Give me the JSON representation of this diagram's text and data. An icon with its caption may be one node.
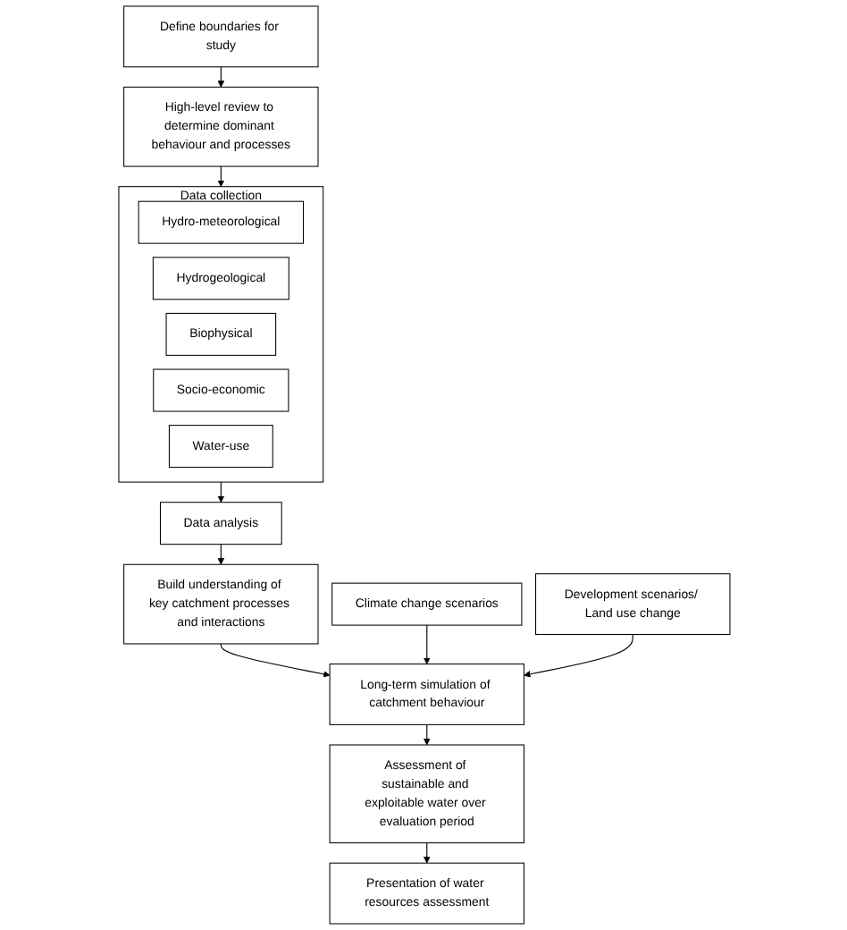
{
  "diagram": {
    "nodes": [
      {
        "text": [
          "Define boundaries for study"
        ]
      },
      {
        "text": [
          "High-level review to determine dominant behaviour and processes"
        ]
      },
      {
        "text": [
          "Data collection"
        ]
      },
      {
        "text": [
          "Hydro-meteorological"
        ],
        "in": 2
      },
      {
        "text": [
          "Hydrogeological"
        ],
        "in": 2
      },
      {
        "text": [
          "Biophysical"
        ],
        "in": 2
      },
      {
        "text": [
          "Socio-economic"
        ],
        "in": 2
      },
      {
        "text": [
          "Water-use"
        ],
        "in": 2
      },
      {
        "text": [
          "Data analysis"
        ]
      },
      {
        "text": [
          "Build understanding of key catchment processes and interactions"
        ]
      },
      {
        "text": [
          "Climate change scenarios"
        ]
      },
      {
        "text": [
          "Development scenarios/ Land use change"
        ]
      },
      {
        "text": [
          "Long-term simulation of catchment behaviour"
        ]
      },
      {
        "text": [
          "Assessment of sustainable and exploitable water over evaluation period"
        ]
      },
      {
        "text": [
          "Presentation of water resources assessment"
        ]
      }
    ],
    "edges": [
      {
        "from": 0,
        "to": 1,
        "arrow": "to"
      },
      {
        "from": 1,
        "to": 2,
        "arrow": "to"
      },
      {
        "from": 2,
        "to": 8,
        "arrow": "to"
      },
      {
        "from": 8,
        "to": 9,
        "arrow": "to"
      },
      {
        "from": 9,
        "to": 12,
        "arrow": "to"
      },
      {
        "from": 10,
        "to": 12,
        "arrow": "to"
      },
      {
        "from": 11,
        "to": 12,
        "arrow": "to"
      },
      {
        "from": 12,
        "to": 13,
        "arrow": "to"
      },
      {
        "from": 13,
        "to": 14,
        "arrow": "to"
      }
    ]
  }
}
